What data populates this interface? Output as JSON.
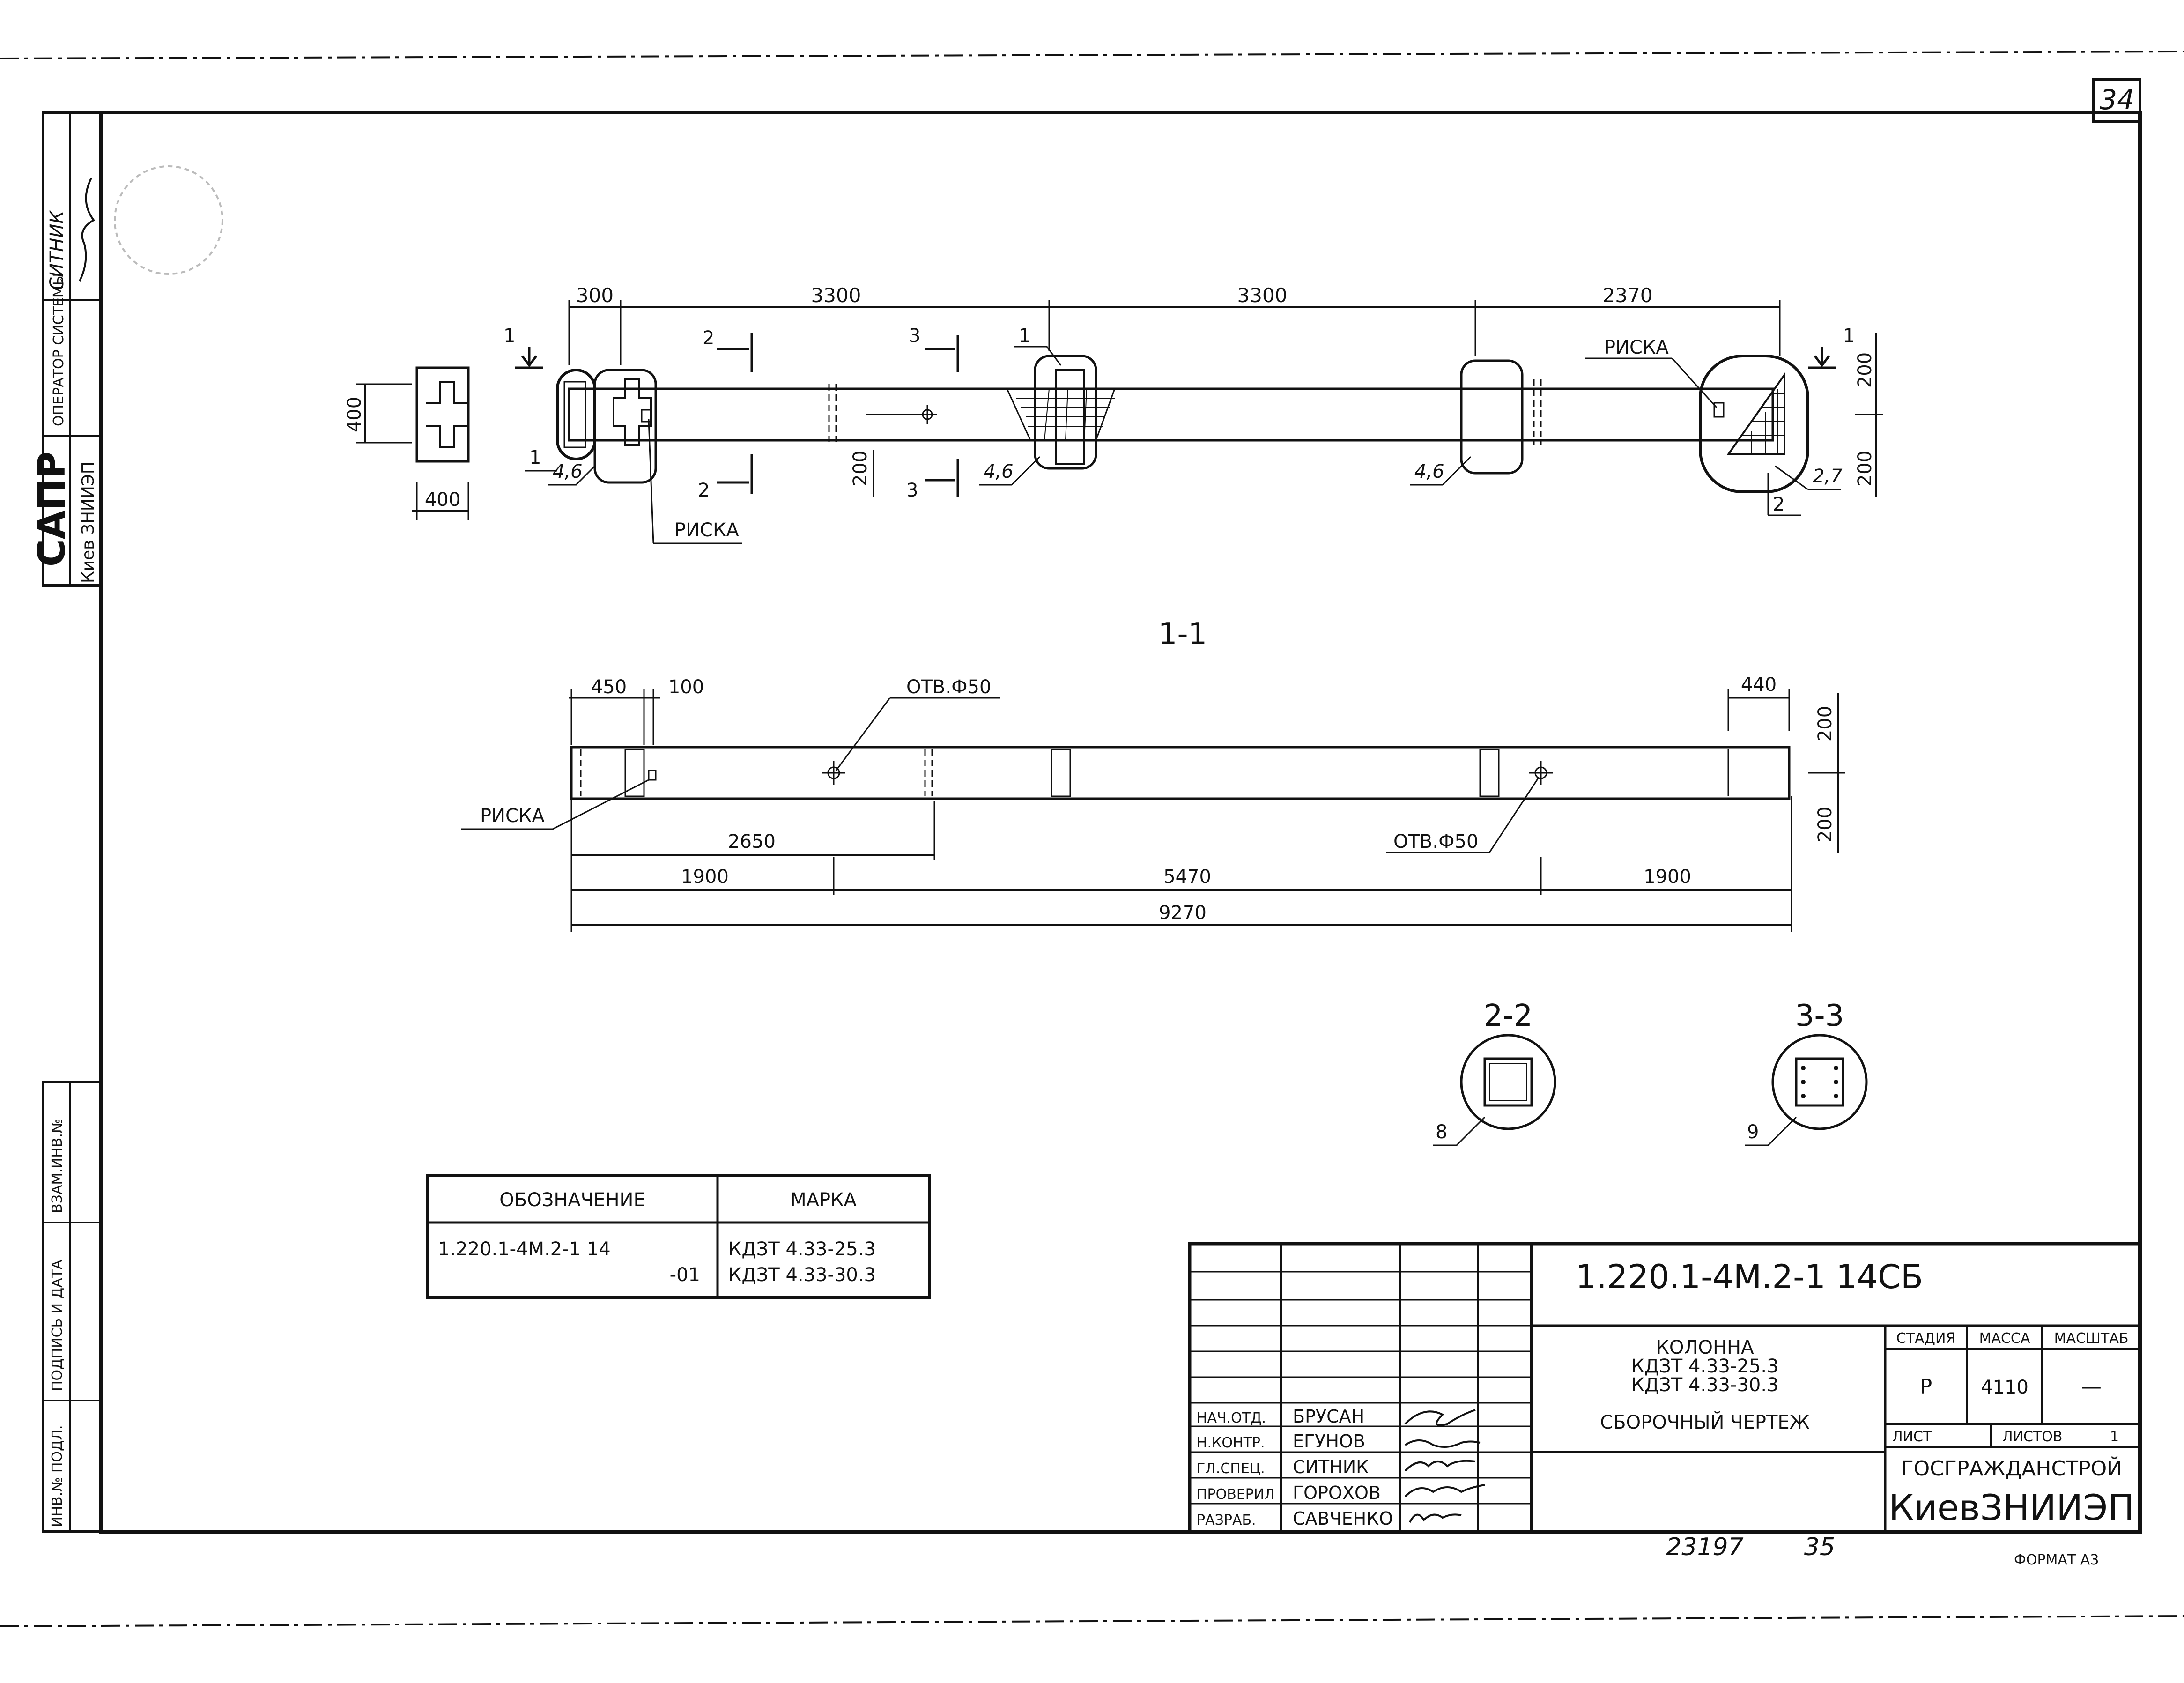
{
  "sheet": {
    "page_number": "34",
    "cad_label": "САПР",
    "cad_org": "Киев ЗНИИЭП",
    "operator_label": "ОПЕРАТОР СИСТЕМЫ",
    "operator_name": "СИТНИК",
    "side_stamp": {
      "vzam_inv": "ВЗАМ.ИНВ.№",
      "podpis_data": "ПОДПИСЬ И ДАТА",
      "inv_podl": "ИНВ.№ ПОДЛ."
    },
    "format_label": "ФОРМАТ А3",
    "handwritten_number": "23197",
    "handwritten_number2": "35"
  },
  "plan_view": {
    "dims_top": [
      "300",
      "3300",
      "3300",
      "2370"
    ],
    "dim_height": "400",
    "dim_width": "400",
    "dims_right": [
      "200",
      "200"
    ],
    "dim_hole_offset": "200",
    "label_riska_top_right": "РИСКА",
    "label_riska_bottom": "РИСКА",
    "callouts": [
      "4,6",
      "4,6",
      "4,6",
      "2,7",
      "1",
      "1",
      "2"
    ],
    "section_markers": [
      "1",
      "1",
      "2",
      "2",
      "3",
      "3"
    ]
  },
  "section_1_1": {
    "title": "1-1",
    "dims_top": [
      "450",
      "100",
      "440"
    ],
    "dims_right": [
      "200",
      "200"
    ],
    "hole_label_1": "ОТВ.Ф50",
    "hole_label_2": "ОТВ.Ф50",
    "riska_label": "РИСКА",
    "dim_2650": "2650",
    "dims_bottom": [
      "1900",
      "5470",
      "1900"
    ],
    "dim_total": "9270"
  },
  "sections_small": [
    {
      "title": "2-2",
      "callout": "8"
    },
    {
      "title": "3-3",
      "callout": "9"
    }
  ],
  "spec_table": {
    "headers": [
      "ОБОЗНАЧЕНИЕ",
      "МАРКА"
    ],
    "rows": [
      [
        "1.220.1-4М.2-1 14",
        "КДЗТ 4.33-25.3"
      ],
      [
        "-01",
        "КДЗТ 4.33-30.3"
      ]
    ]
  },
  "title_block": {
    "doc_code": "1.220.1-4М.2-1 14СБ",
    "item_name_1": "КОЛОННА",
    "item_name_2": "КДЗТ 4.33-25.3",
    "item_name_3": "КДЗТ 4.33-30.3",
    "item_name_4": "СБОРОЧНЫЙ ЧЕРТЕЖ",
    "stage_header": "СТАДИЯ",
    "mass_header": "МАССА",
    "scale_header": "МАСШТАБ",
    "stage_value": "Р",
    "mass_value": "4110",
    "scale_value": "—",
    "sheet_label": "ЛИСТ",
    "sheets_label": "ЛИСТОВ",
    "sheets_value": "1",
    "org_1": "ГОСГРАЖДАНСТРОЙ",
    "org_2": "КиевЗНИИЭП",
    "roles": [
      {
        "role": "НАЧ.ОТД.",
        "name": "БРУСАН"
      },
      {
        "role": "Н.КОНТР.",
        "name": "ЕГУНОВ"
      },
      {
        "role": "ГЛ.СПЕЦ.",
        "name": "СИТНИК"
      },
      {
        "role": "ПРОВЕРИЛ",
        "name": "ГОРОХОВ"
      },
      {
        "role": "РАЗРАБ.",
        "name": "САВЧЕНКО"
      }
    ]
  }
}
